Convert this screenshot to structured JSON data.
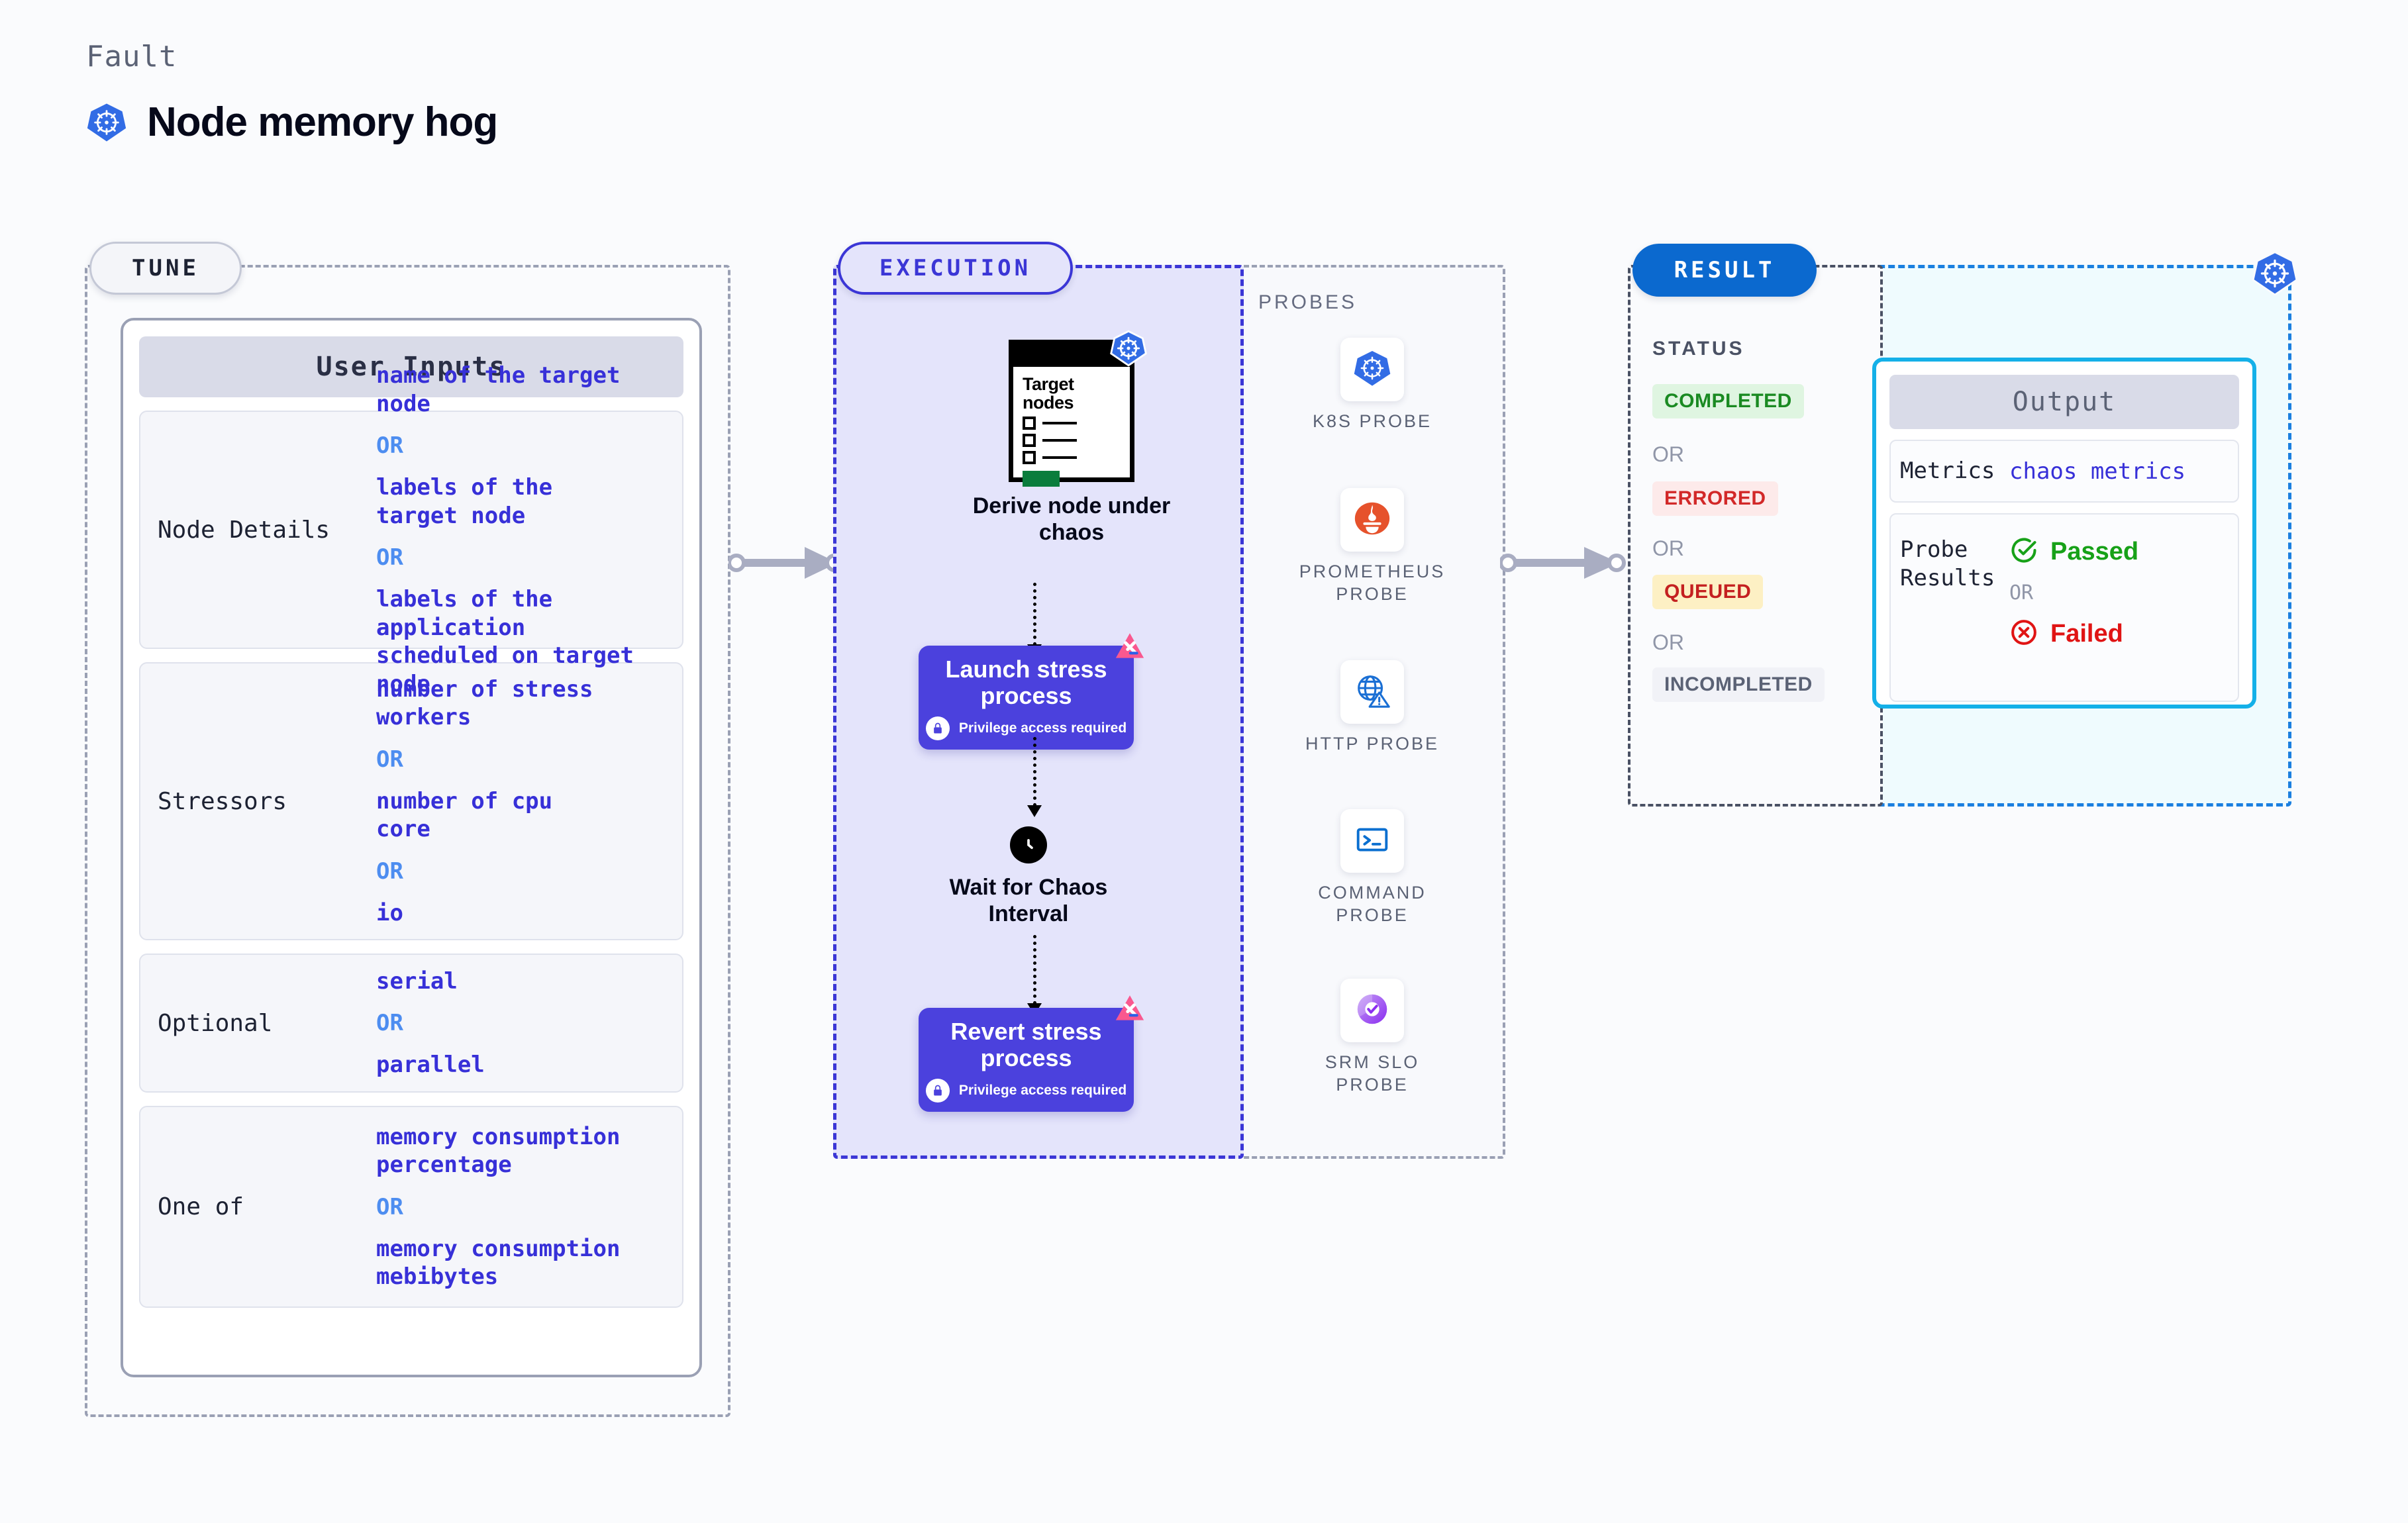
{
  "header": {
    "fault_label": "Fault",
    "fault_title": "Node memory hog",
    "fault_icon": "kubernetes-icon"
  },
  "tune": {
    "pill_label": "TUNE",
    "card_title": "User Inputs",
    "rows": [
      {
        "label": "Node Details",
        "values": [
          "name of the target\nnode",
          "labels of the\ntarget node",
          "labels of the application\n scheduled on target node"
        ],
        "separator": "OR"
      },
      {
        "label": "Stressors",
        "values": [
          "number of stress\nworkers",
          "number of cpu\ncore",
          "io"
        ],
        "separator": "OR"
      },
      {
        "label": "Optional",
        "values": [
          "serial",
          "parallel"
        ],
        "separator": "OR"
      },
      {
        "label": "One of",
        "values": [
          "memory consumption\npercentage",
          "memory consumption\nmebibytes"
        ],
        "separator": "OR"
      }
    ]
  },
  "execution": {
    "pill_label": "EXECUTION",
    "steps": [
      {
        "type": "derive",
        "card_title": "Target\nnodes",
        "caption": "Derive node under chaos",
        "icon": "kubernetes-icon"
      },
      {
        "type": "action",
        "title": "Launch stress\nprocess",
        "subtitle": "Privilege access required",
        "icon": "lock-icon",
        "badge": "litmus-chaos-icon"
      },
      {
        "type": "wait",
        "caption": "Wait for Chaos Interval",
        "icon": "clock-icon"
      },
      {
        "type": "action",
        "title": "Revert stress\nprocess",
        "subtitle": "Privilege access required",
        "icon": "lock-icon",
        "badge": "litmus-chaos-icon"
      }
    ]
  },
  "probes": {
    "label": "PROBES",
    "items": [
      {
        "name": "K8S PROBE",
        "icon": "kubernetes-icon"
      },
      {
        "name": "PROMETHEUS PROBE",
        "icon": "prometheus-icon"
      },
      {
        "name": "HTTP PROBE",
        "icon": "globe-warning-icon"
      },
      {
        "name": "COMMAND PROBE",
        "icon": "terminal-icon"
      },
      {
        "name": "SRM SLO PROBE",
        "icon": "srm-slo-icon"
      }
    ]
  },
  "result": {
    "pill_label": "RESULT",
    "status_label": "STATUS",
    "separator": "OR",
    "statuses": [
      {
        "text": "COMPLETED",
        "bg": "#dff5e1",
        "color": "#1a8a22"
      },
      {
        "text": "ERRORED",
        "bg": "#fdeaea",
        "color": "#d22828"
      },
      {
        "text": "QUEUED",
        "bg": "#fdf0c4",
        "color": "#c42020"
      },
      {
        "text": "INCOMPLETED",
        "bg": "#f1f2f7",
        "color": "#5b6275"
      }
    ]
  },
  "output": {
    "card_title": "Output",
    "corner_icon": "kubernetes-icon",
    "rows": [
      {
        "label": "Metrics",
        "value": "chaos metrics"
      }
    ],
    "probe_results": {
      "label": "Probe\nResults",
      "separator": "OR",
      "passed": {
        "text": "Passed",
        "icon": "check-circle-icon",
        "color": "#17a118"
      },
      "failed": {
        "text": "Failed",
        "icon": "x-circle-icon",
        "color": "#e01414"
      }
    }
  },
  "colors": {
    "purple": "#4b41dd",
    "exec_bg": "#e4e4fb",
    "result_blue": "#0b69cf",
    "output_border": "#14b0e8",
    "output_bg": "#effbfe",
    "k8s_blue": "#326ce5",
    "litmus_pink": "#f9588f"
  }
}
